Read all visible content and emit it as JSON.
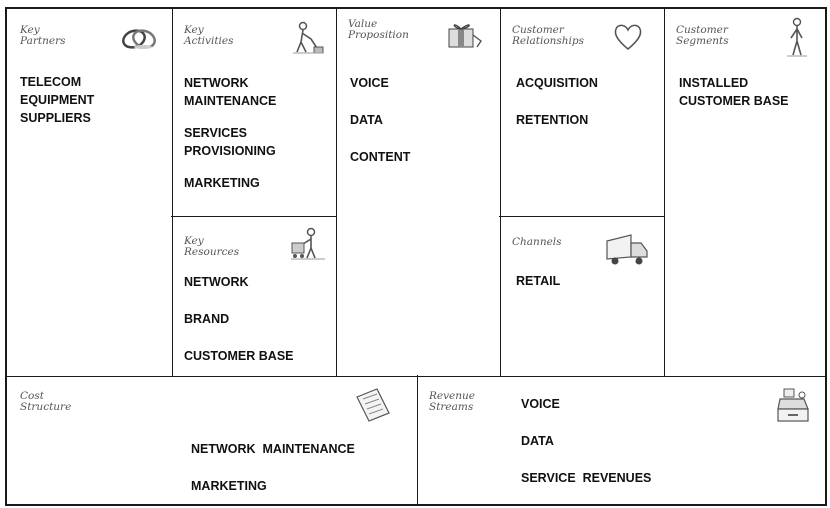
{
  "blocks": {
    "key_partners": {
      "title_1": "Key",
      "title_2": "Partners",
      "items": [
        "TELECOM",
        "EQUIPMENT",
        "SUPPLIERS"
      ]
    },
    "key_activities": {
      "title_1": "Key",
      "title_2": "Activities",
      "items": [
        "NETWORK",
        "MAINTENANCE",
        "SERVICES",
        "PROVISIONING",
        "MARKETING"
      ]
    },
    "key_resources": {
      "title_1": "Key",
      "title_2": "Resources",
      "items": [
        "NETWORK",
        "BRAND",
        "CUSTOMER BASE"
      ]
    },
    "value_proposition": {
      "title_1": "Value",
      "title_2": "Proposition",
      "items": [
        "VOICE",
        "DATA",
        "CONTENT"
      ]
    },
    "customer_relationships": {
      "title_1": "Customer",
      "title_2": "Relationships",
      "items": [
        "ACQUISITION",
        "RETENTION"
      ]
    },
    "channels": {
      "title_1": "Channels",
      "items": [
        "RETAIL"
      ]
    },
    "customer_segments": {
      "title_1": "Customer",
      "title_2": "Segments",
      "items": [
        "INSTALLED",
        "CUSTOMER BASE"
      ]
    },
    "cost_structure": {
      "title_1": "Cost",
      "title_2": "Structure",
      "items": [
        "NETWORK  MAINTENANCE",
        "MARKETING"
      ]
    },
    "revenue_streams": {
      "title_1": "Revenue",
      "title_2": "Streams",
      "items": [
        "VOICE",
        "DATA",
        "SERVICE  REVENUES"
      ]
    }
  },
  "icons": {
    "key_partners": "rings-icon",
    "key_activities": "worker-vacuum-icon",
    "key_resources": "worker-cart-icon",
    "value_proposition": "gift-box-icon",
    "customer_relationships": "heart-icon",
    "channels": "truck-icon",
    "customer_segments": "person-icon",
    "cost_structure": "receipt-icon",
    "revenue_streams": "cash-register-icon"
  }
}
